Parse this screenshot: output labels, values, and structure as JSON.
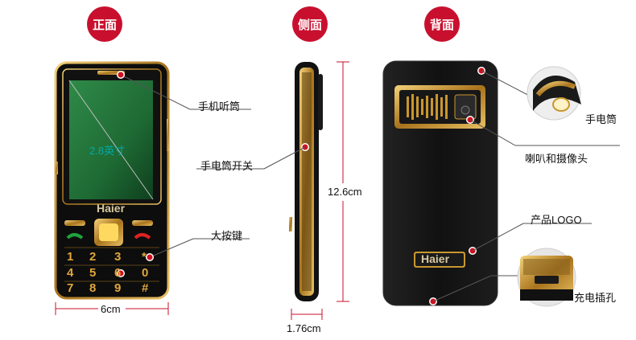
{
  "badges": {
    "front": "正面",
    "side": "侧面",
    "back": "背面"
  },
  "front": {
    "screen_size": "2.8英寸",
    "brand": "Haier",
    "labels": {
      "earpiece": "手机听筒",
      "flashlight_switch": "手电筒开关",
      "big_keys": "大按键"
    },
    "width": "6cm",
    "keys": [
      "1",
      "2",
      "3",
      "4",
      "5",
      "6",
      "7",
      "8",
      "9",
      "*",
      "0",
      "#"
    ]
  },
  "side": {
    "height": "12.6cm",
    "thickness": "1.76cm"
  },
  "back": {
    "brand": "Haier",
    "labels": {
      "flashlight": "手电筒",
      "speaker_camera": "喇叭和摄像头",
      "logo": "产品LOGO",
      "charging_port": "充电插孔"
    }
  },
  "colors": {
    "badge": "#c8102e",
    "gold": "#c9962e",
    "body": "#111111",
    "screen": "#1e7a3c"
  }
}
